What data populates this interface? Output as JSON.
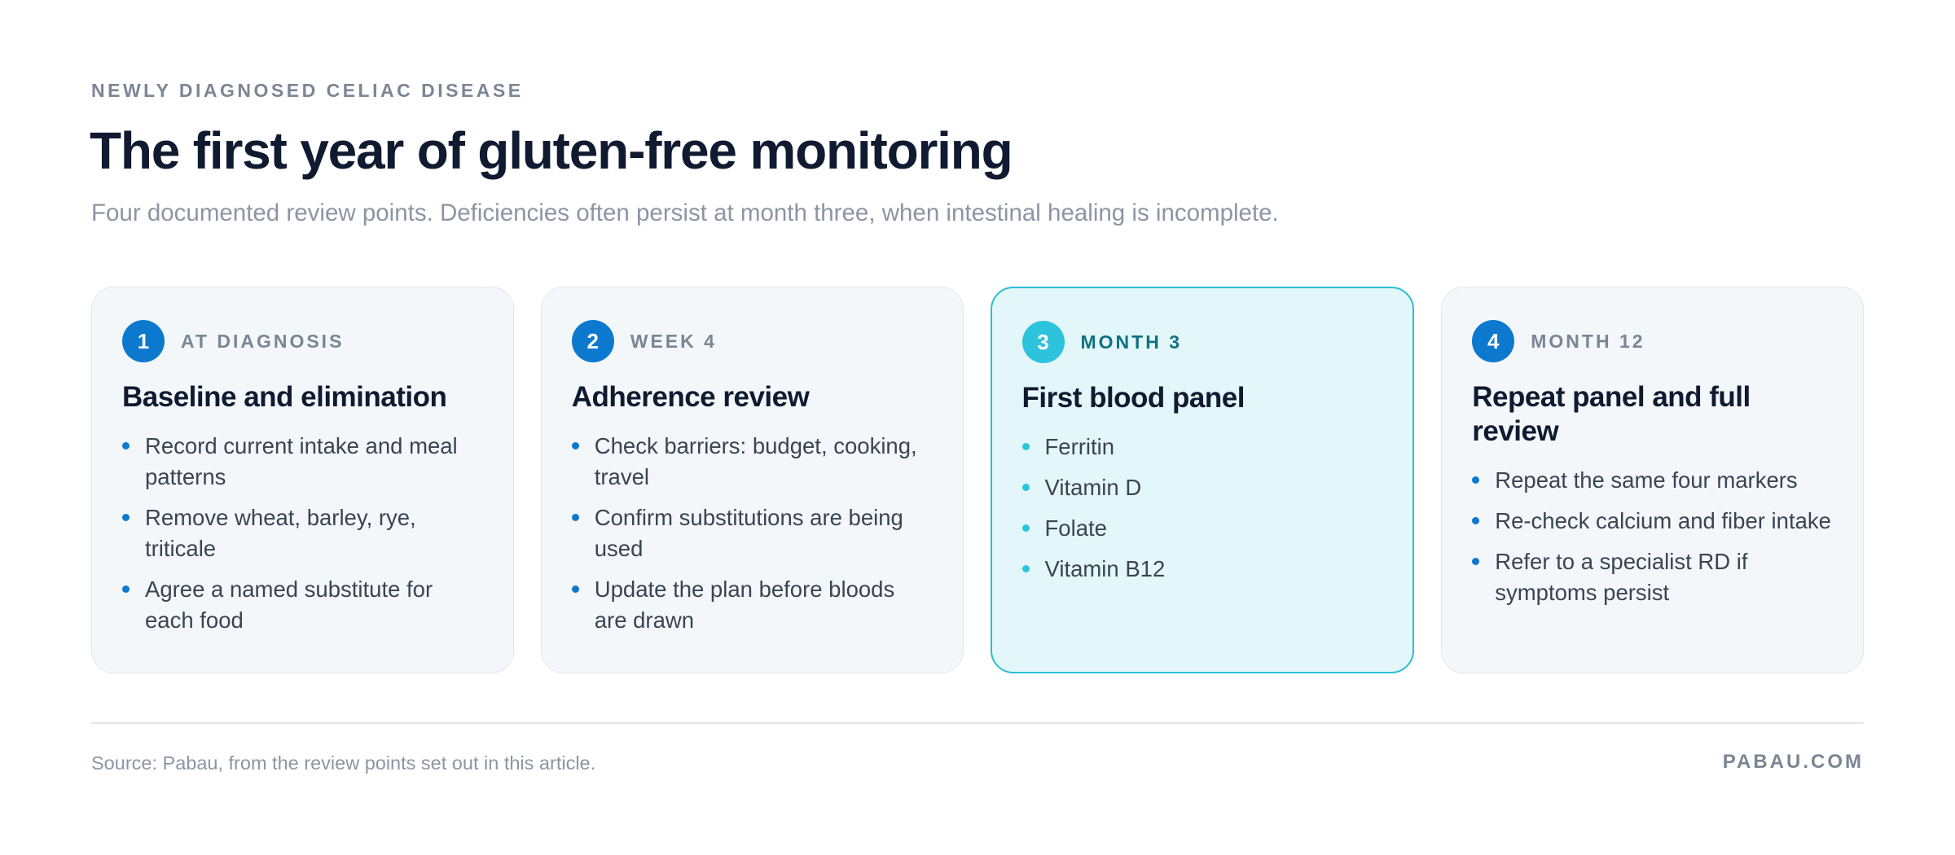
{
  "header": {
    "eyebrow": "NEWLY DIAGNOSED CELIAC DISEASE",
    "title": "The first year of gluten-free monitoring",
    "subtitle": "Four documented review points. Deficiencies often persist at month three, when intestinal healing is incomplete."
  },
  "cards": [
    {
      "number": "1",
      "label": "AT DIAGNOSIS",
      "title": "Baseline and elimination",
      "highlighted": false,
      "items": [
        "Record current intake and meal patterns",
        "Remove wheat, barley, rye, triticale",
        "Agree a named substitute for each food"
      ]
    },
    {
      "number": "2",
      "label": "WEEK 4",
      "title": "Adherence review",
      "highlighted": false,
      "items": [
        "Check barriers: budget, cooking, travel",
        "Confirm substitutions are being used",
        "Update the plan before bloods are drawn"
      ]
    },
    {
      "number": "3",
      "label": "MONTH 3",
      "title": "First blood panel",
      "highlighted": true,
      "items": [
        "Ferritin",
        "Vitamin D",
        "Folate",
        "Vitamin B12"
      ]
    },
    {
      "number": "4",
      "label": "MONTH 12",
      "title": "Repeat panel and full review",
      "highlighted": false,
      "items": [
        "Repeat the same four markers",
        "Re-check calcium and fiber intake",
        "Refer to a specialist RD if symptoms persist"
      ]
    }
  ],
  "footer": {
    "source": "Source: Pabau, from the review points set out in this article.",
    "brand": "PABAU.COM"
  },
  "colors": {
    "accent": "#0c79cf",
    "highlight_accent": "#2ec3dc",
    "highlight_bg": "#e3f6f9"
  }
}
